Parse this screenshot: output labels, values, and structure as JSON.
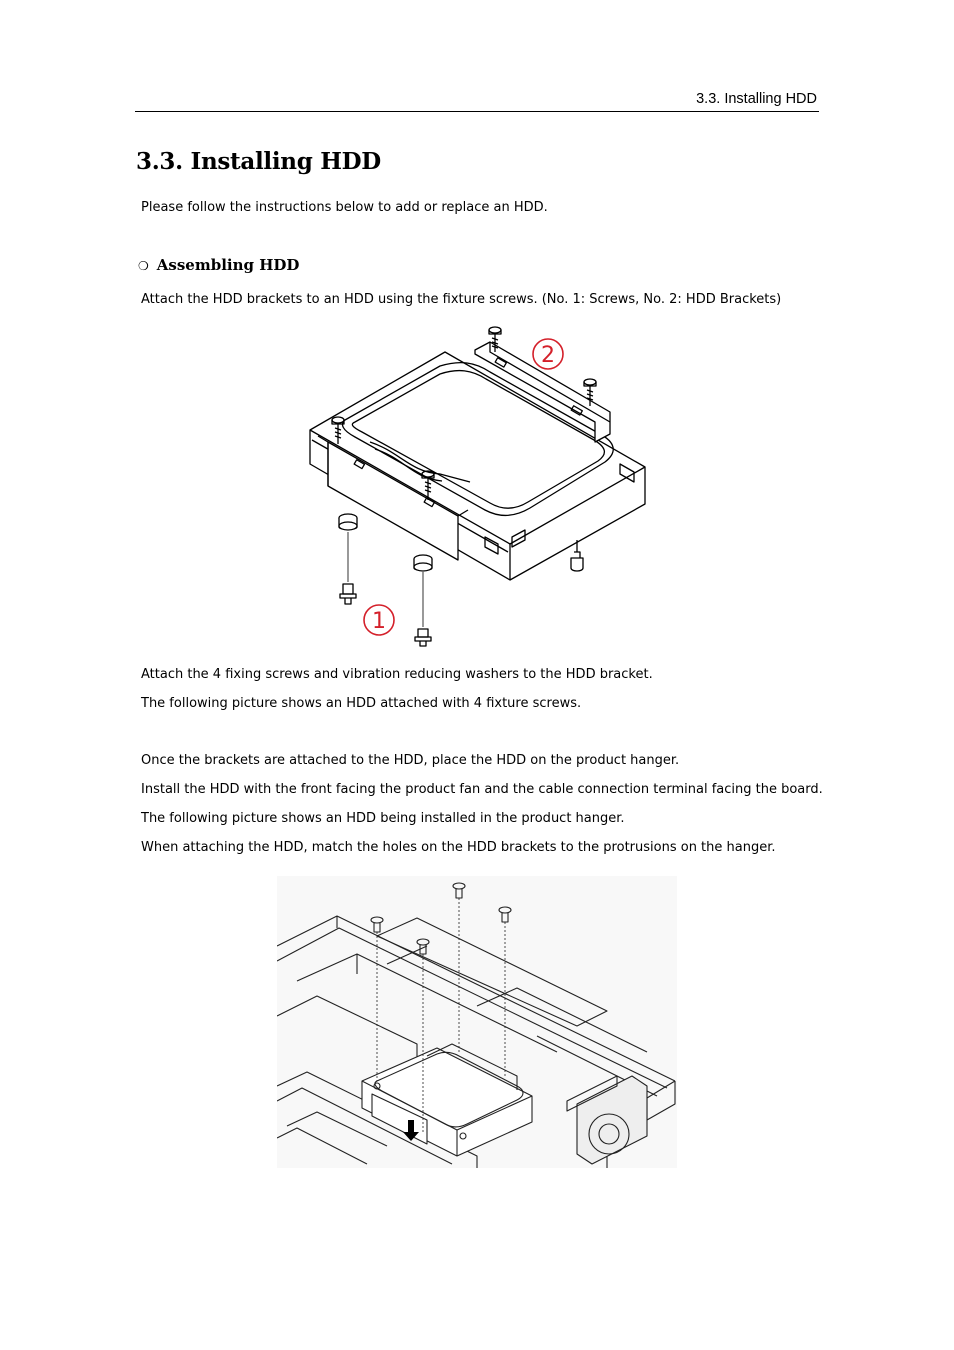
{
  "header": {
    "running_title": "3.3. Installing HDD"
  },
  "section": {
    "title": "3.3. Installing HDD",
    "intro": "Please follow the instructions below to add or replace an HDD."
  },
  "subsection": {
    "bullet": "❍",
    "title": "Assembling HDD",
    "step1": "Attach the HDD brackets to an HDD using the fixture screws. (No. 1: Screws, No. 2: HDD Brackets)"
  },
  "figure1": {
    "callout_1": "1",
    "callout_2": "2",
    "callout_color": "#d4202a"
  },
  "paragraphs": [
    "Attach the 4 fixing screws and vibration reducing washers to the HDD bracket.",
    "The following picture shows an HDD attached with 4 fixture screws.",
    "Once the brackets are attached to the HDD, place the HDD on the product hanger.",
    "Install the HDD with the front facing the product fan and the cable connection terminal facing the board.",
    "The following picture shows an HDD being installed in the product hanger.",
    "When attaching the HDD, match the holes on the HDD brackets to the protrusions on the hanger."
  ]
}
